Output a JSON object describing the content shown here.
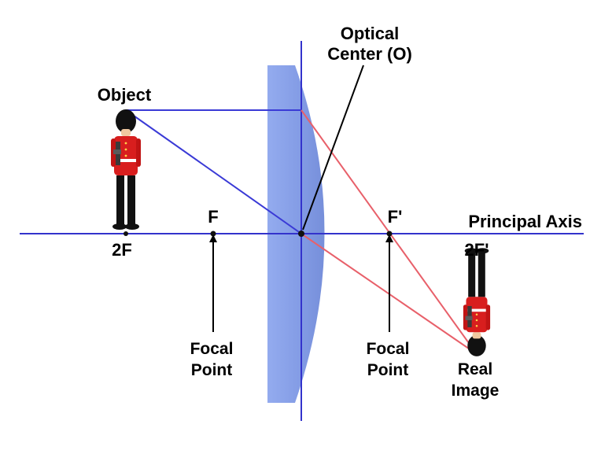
{
  "labels": {
    "optical_center_line1": "Optical",
    "optical_center_line2": "Center (O)",
    "object": "Object",
    "f": "F",
    "f_prime": "F'",
    "two_f": "2F",
    "two_f_prime": "2F'",
    "principal_axis": "Principal Axis",
    "focal_point_left_line1": "Focal",
    "focal_point_left_line2": "Point",
    "focal_point_right_line1": "Focal",
    "focal_point_right_line2": "Point",
    "real_image_line1": "Real",
    "real_image_line2": "Image"
  },
  "colors": {
    "axis": "#3333cc",
    "ray_blue": "#3a3ad6",
    "ray_red": "#e8606a",
    "lens": "#7f9be6",
    "soldier_tunic": "#d81e1e",
    "soldier_hat": "#111111"
  }
}
